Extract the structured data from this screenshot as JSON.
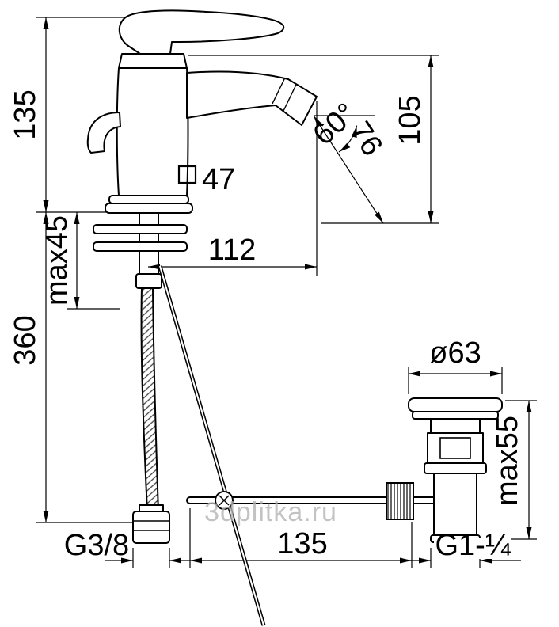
{
  "drawing": {
    "title": "bidet-mixer-technical-drawing",
    "watermark": "3dplitka.ru",
    "colors": {
      "line": "#000000",
      "watermark": "#b5b5b5",
      "background": "#ffffff"
    },
    "labels": {
      "total_height": "135",
      "max_deck": "max45",
      "hose_length": "360",
      "spout_reach": "112",
      "square_size": "47",
      "angle": "60°",
      "outlet_length": "76",
      "body_height": "105",
      "waste_cap_diameter": "ø63",
      "waste_height": "max55",
      "supply_thread": "G3/8",
      "rod_length": "135",
      "waste_thread": "G1-¼"
    }
  }
}
